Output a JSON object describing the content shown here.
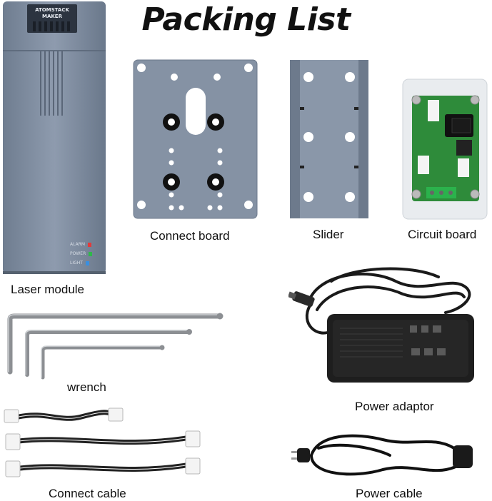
{
  "header": {
    "title": "Packing List"
  },
  "laser_module": {
    "brand_line1": "ATOMSTACK",
    "brand_line2": "MAKER",
    "indicators": [
      {
        "label": "ALARM",
        "color": "#e33b3b"
      },
      {
        "label": "POWER",
        "color": "#2fb84a"
      },
      {
        "label": "LIGHT",
        "color": "#3a8fe0"
      }
    ]
  },
  "labels": {
    "connect_board": "Connect board",
    "slider": "Slider",
    "circuit_board": "Circuit board",
    "laser_module": "Laser module",
    "wrench": "wrench",
    "power_adaptor": "Power adaptor",
    "connect_cable": "Connect cable",
    "power_cable": "Power cable"
  },
  "colors": {
    "metal_blue_gray": "#8a98ab",
    "pcb_green": "#2e8b3a",
    "adapter_black": "#1e1e1e"
  }
}
